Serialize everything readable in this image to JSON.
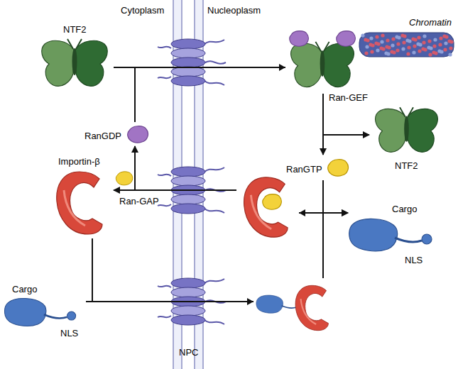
{
  "diagram": {
    "nodes": [
      {
        "text": [
          "NTF2"
        ]
      },
      {
        "text": [
          "Chromatin"
        ]
      },
      {
        "text": [
          "NTF2"
        ]
      },
      {
        "text": [
          "RanGDP"
        ]
      },
      {
        "text": [
          "Importin-β"
        ]
      },
      {
        "text": [
          "RanGTP"
        ]
      },
      {
        "text": [
          "Cargo",
          "NLS"
        ]
      },
      {
        "text": [
          "Cargo",
          "NLS"
        ]
      }
    ],
    "edges": [
      {
        "from": 0,
        "to": 2,
        "arrow": "to"
      },
      {
        "from": 3,
        "to": 5,
        "arrow": "to"
      },
      {
        "from": 5,
        "to": 4,
        "arrow": "to"
      },
      {
        "from": 5,
        "to": 3,
        "arrow": "to"
      },
      {
        "from": 7,
        "to": 6,
        "arrow": "to"
      },
      {
        "from": 4,
        "to": 6,
        "arrow": "to"
      }
    ],
    "labels": [
      "Cytoplasm",
      "Nucleoplasm",
      "Ran-GEF",
      "Ran-GAP",
      "NPC"
    ]
  }
}
